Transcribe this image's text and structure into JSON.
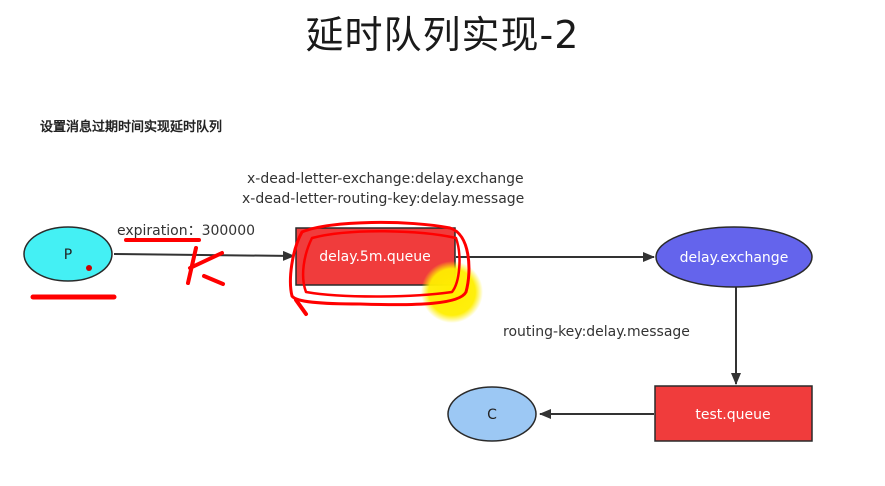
{
  "title": "延时队列实现-2",
  "subtitle": "设置消息过期时间实现延时队列",
  "labels": {
    "dead_letter_exchange": "x-dead-letter-exchange:delay.exchange",
    "dead_letter_routing_key": "x-dead-letter-routing-key:delay.message",
    "expiration": "expiration：300000",
    "routing_key": "routing-key:delay.message"
  },
  "nodes": {
    "producer": "P",
    "delay_queue": "delay.5m.queue",
    "delay_exchange": "delay.exchange",
    "test_queue": "test.queue",
    "consumer": "C"
  },
  "colors": {
    "producer_fill": "#44f0f4",
    "queue_fill": "#f03c3c",
    "exchange_fill": "#6464ec",
    "consumer_fill": "#9cc8f4",
    "annotation_red": "#ff0000",
    "highlight_yellow": "#ffee00"
  }
}
